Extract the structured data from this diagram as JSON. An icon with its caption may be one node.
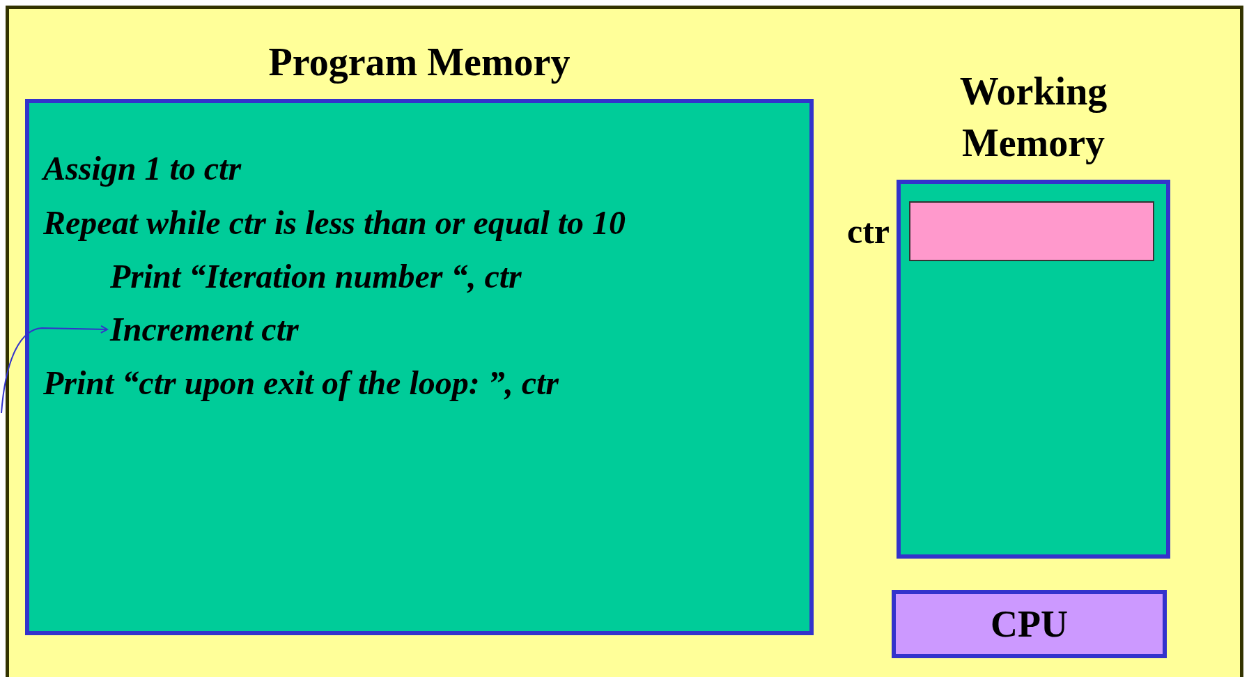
{
  "diagram": {
    "nodes": [
      {
        "text": [],
        "shape": "box"
      },
      {
        "text": [
          "Program Memory"
        ],
        "in": 0
      },
      {
        "text": [
          "Assign 1 to ctr"
        ],
        "in": 1
      },
      {
        "text": [
          "Repeat while ctr is less than or equal to 10"
        ],
        "in": 1
      },
      {
        "text": [
          "Print “Iteration number “, ctr"
        ],
        "in": 1
      },
      {
        "text": [
          "Increment ctr"
        ],
        "in": 1
      },
      {
        "text": [
          "Print “ctr upon exit of the loop: ”, ctr"
        ],
        "in": 1
      },
      {
        "text": [
          "Working Memory"
        ],
        "in": 0
      },
      {
        "text": [],
        "shape": "box",
        "beside": [
          "ctr"
        ],
        "in": 7
      },
      {
        "text": [
          "CPU"
        ],
        "in": 0
      }
    ],
    "edges": [
      {
        "from": null,
        "to": 5,
        "arrow": "to"
      }
    ]
  }
}
